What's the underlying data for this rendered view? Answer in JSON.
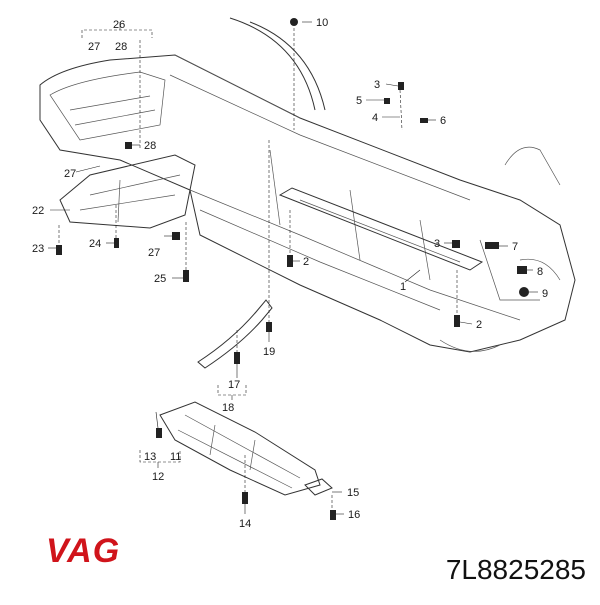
{
  "brand": {
    "name": "VAG",
    "color": "#d0141b"
  },
  "part_number": "7L8825285",
  "callouts": [
    {
      "id": "c26",
      "text": "26"
    },
    {
      "id": "c27a",
      "text": "27"
    },
    {
      "id": "c28a",
      "text": "28"
    },
    {
      "id": "c28b",
      "text": "28"
    },
    {
      "id": "c10",
      "text": "10"
    },
    {
      "id": "c3a",
      "text": "3"
    },
    {
      "id": "c5",
      "text": "5"
    },
    {
      "id": "c4",
      "text": "4"
    },
    {
      "id": "c6",
      "text": "6"
    },
    {
      "id": "c27b",
      "text": "27"
    },
    {
      "id": "c22",
      "text": "22"
    },
    {
      "id": "c23",
      "text": "23"
    },
    {
      "id": "c24",
      "text": "24"
    },
    {
      "id": "c27c",
      "text": "27"
    },
    {
      "id": "c25",
      "text": "25"
    },
    {
      "id": "c2a",
      "text": "2"
    },
    {
      "id": "c3b",
      "text": "3"
    },
    {
      "id": "c7",
      "text": "7"
    },
    {
      "id": "c8",
      "text": "8"
    },
    {
      "id": "c1",
      "text": "1"
    },
    {
      "id": "c9",
      "text": "9"
    },
    {
      "id": "c2b",
      "text": "2"
    },
    {
      "id": "c19",
      "text": "19"
    },
    {
      "id": "c17",
      "text": "17"
    },
    {
      "id": "c18",
      "text": "18"
    },
    {
      "id": "c13",
      "text": "13"
    },
    {
      "id": "c11",
      "text": "11"
    },
    {
      "id": "c12",
      "text": "12"
    },
    {
      "id": "c15",
      "text": "15"
    },
    {
      "id": "c16",
      "text": "16"
    },
    {
      "id": "c14",
      "text": "14"
    }
  ]
}
